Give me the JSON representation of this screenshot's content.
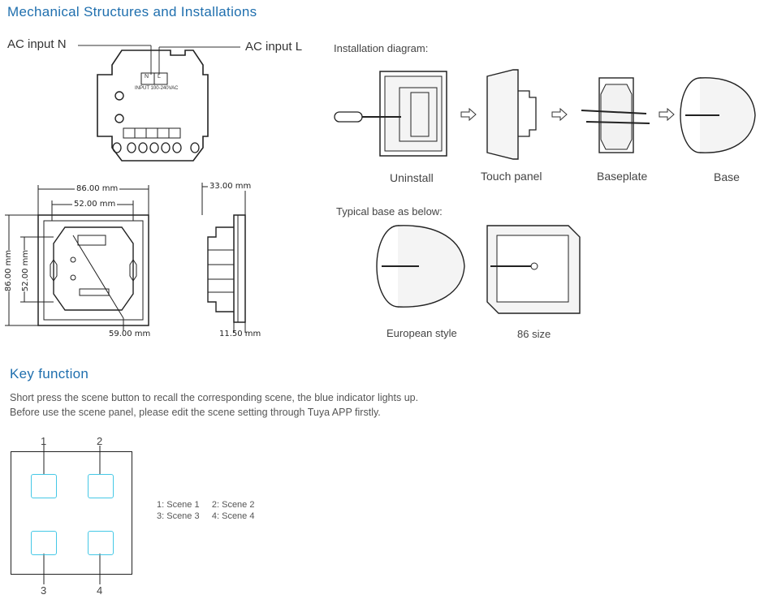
{
  "mechanical": {
    "title": "Mechanical Structures and Installations",
    "ac_input_n": "AC input N",
    "ac_input_l": "AC input  L",
    "terminal_n": "N",
    "terminal_l": "L",
    "input_text": "INPUT  100-240VAC",
    "dims": {
      "width_outer": "86.00 mm",
      "width_inner": "52.00 mm",
      "height_outer": "86.00 mm",
      "height_inner": "52.00 mm",
      "diagonal": "59.00 mm",
      "depth": "33.00 mm",
      "thickness": "11.50 mm"
    }
  },
  "installation": {
    "title": "Installation diagram:",
    "steps": [
      "Uninstall",
      "Touch panel",
      "Baseplate",
      "Base"
    ],
    "typical_title": "Typical base as below:",
    "bases": [
      "European style",
      "86 size"
    ]
  },
  "key_function": {
    "title": "Key function",
    "line1": "Short press the scene button to recall the corresponding scene, the blue indicator lights up.",
    "line2": "Before use the scene panel, please edit the scene setting through Tuya APP firstly.",
    "key_numbers": [
      "1",
      "2",
      "3",
      "4"
    ],
    "legend_row1": "1: Scene 1     2: Scene 2",
    "legend_row2": "3: Scene 3     4: Scene 4",
    "button_color": "#45c8e6"
  }
}
